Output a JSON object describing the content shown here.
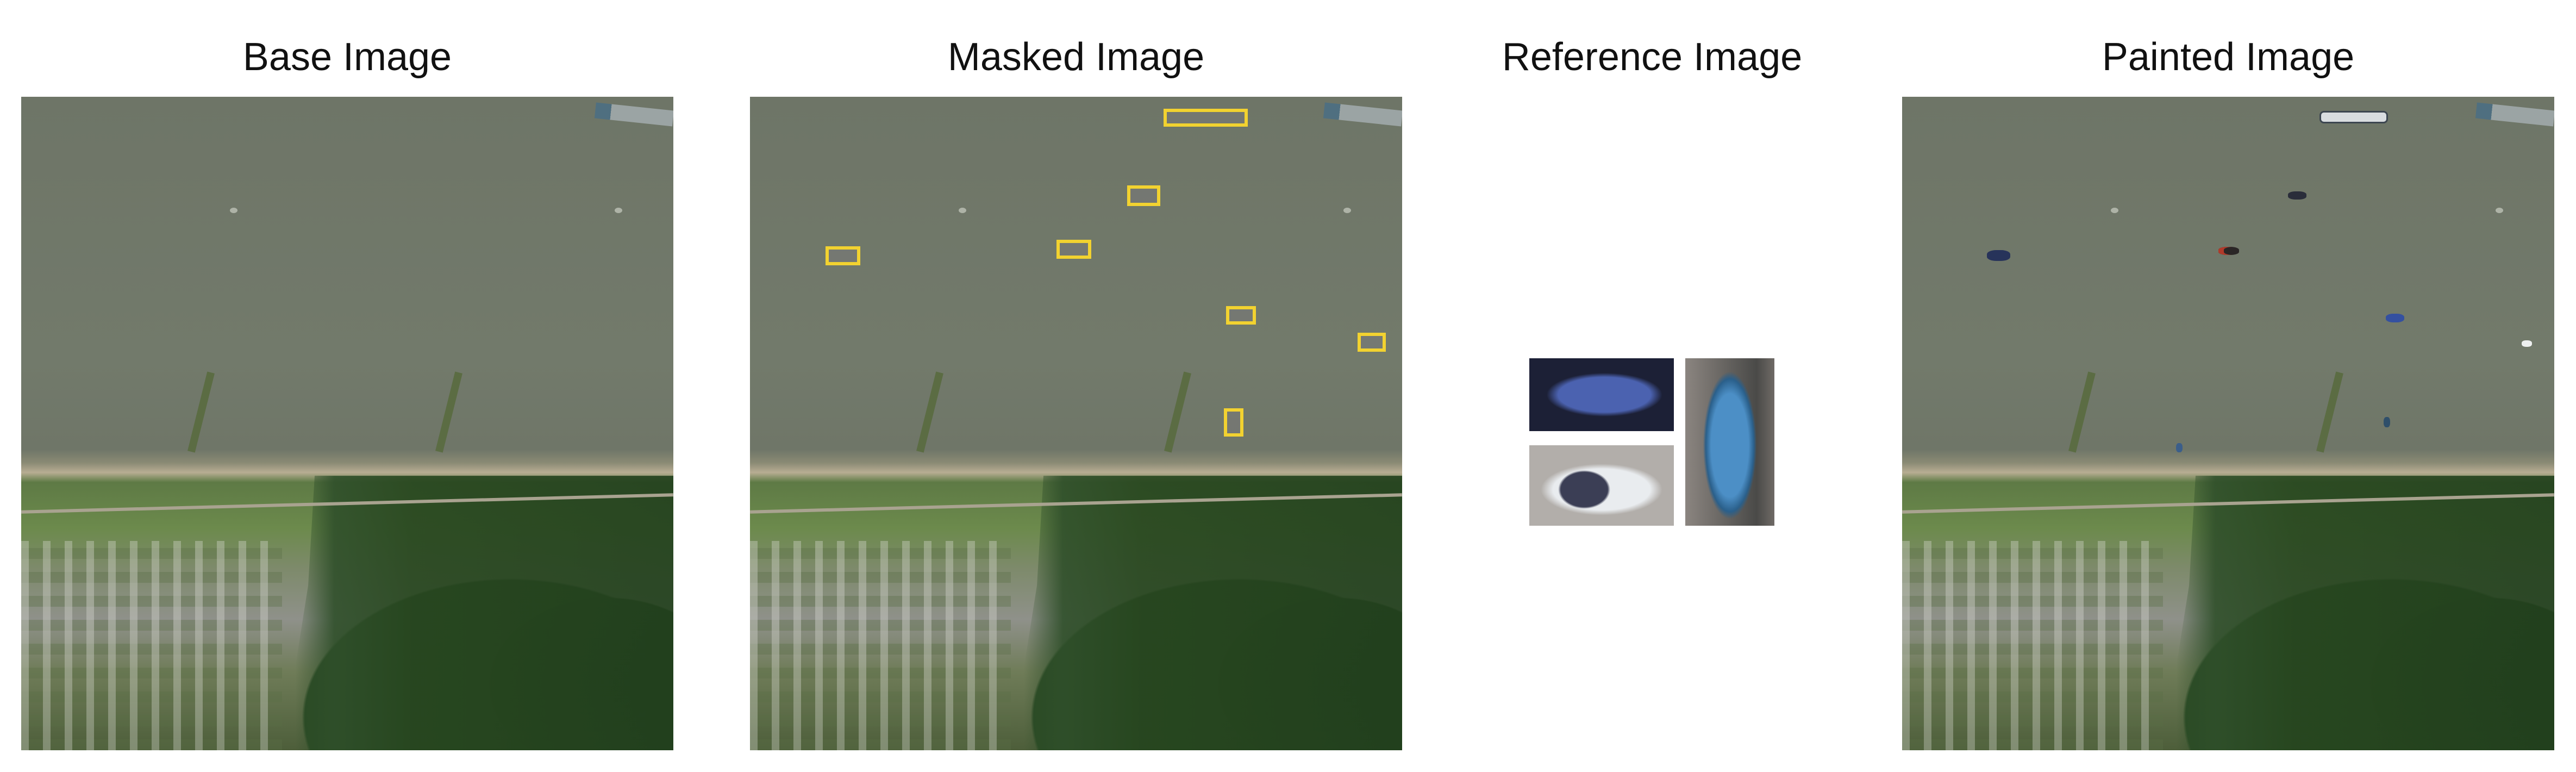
{
  "titles": {
    "base": "Base Image",
    "masked": "Masked Image",
    "reference": "Reference Image",
    "painted": "Painted Image"
  },
  "colors": {
    "mask_box": "#f2d230",
    "background": "#ffffff"
  }
}
